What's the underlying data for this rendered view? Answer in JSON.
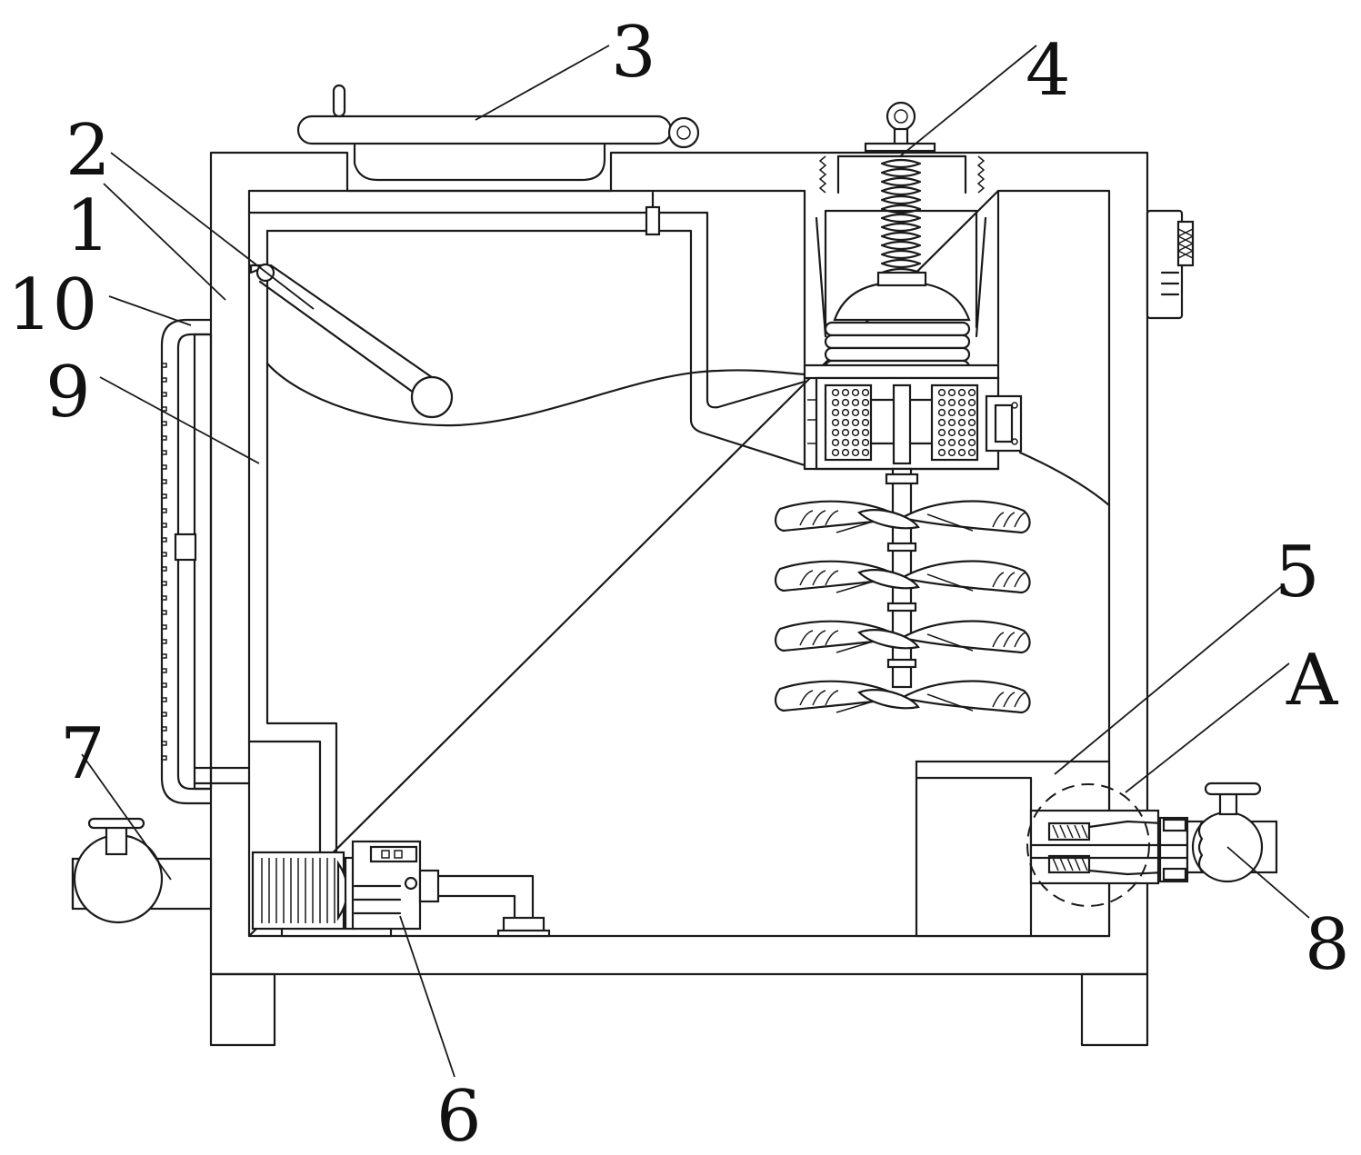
{
  "labels": {
    "n1": "1",
    "n2": "2",
    "n3": "3",
    "n4": "4",
    "n5": "5",
    "n6": "6",
    "n7": "7",
    "n8": "8",
    "n9": "9",
    "n10": "10",
    "nA": "A"
  },
  "colors": {
    "line": "#1a1a1a",
    "background": "#ffffff"
  }
}
